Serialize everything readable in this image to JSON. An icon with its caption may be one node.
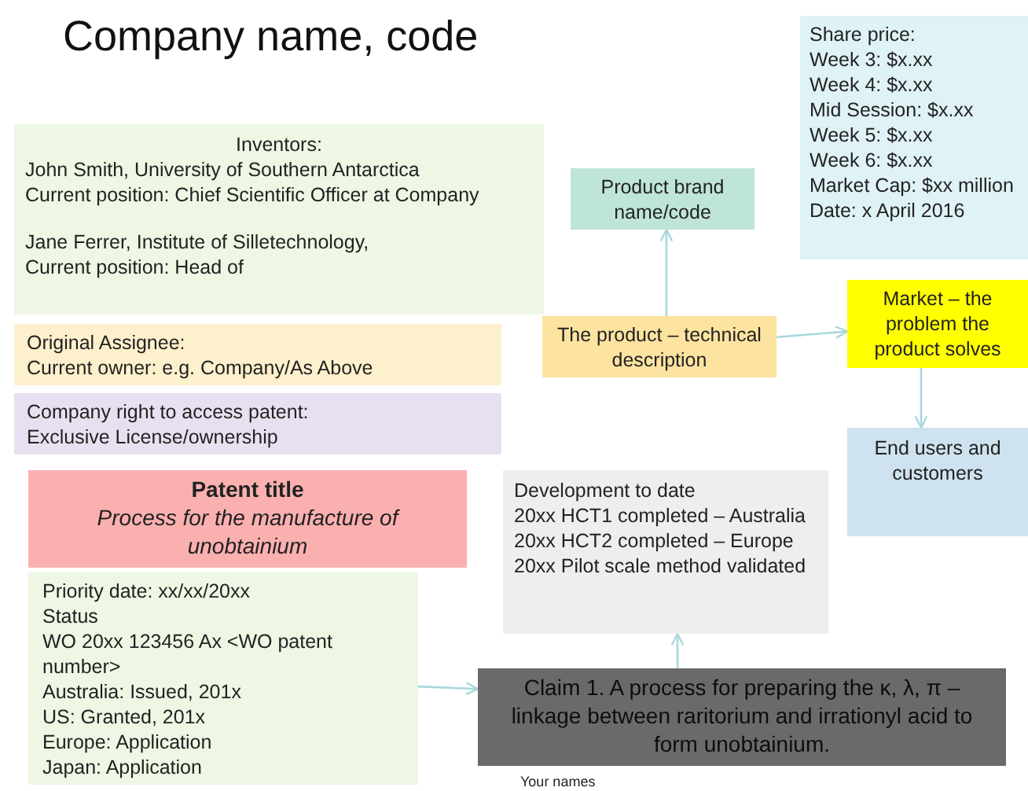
{
  "diagram": {
    "title": "Company name, code",
    "nodes": [
      {
        "text": [
          "Share price:",
          "Week 3: $x.xx",
          "Week 4: $x.xx",
          "Mid Session: $x.xx",
          "Week 5: $x.xx",
          "Week 6: $x.xx",
          "Market Cap: $xx million",
          "Date: x April 2016"
        ]
      },
      {
        "text": [
          "Inventors:",
          "John Smith, University of Southern Antarctica",
          "Current position: Chief Scientific Officer at Company",
          "Jane Ferrer, Institute of Silletechnology,",
          "Current position: Head of"
        ]
      },
      {
        "text": [
          "Product brand name/code"
        ]
      },
      {
        "text": [
          "Original Assignee:",
          "Current owner: e.g. Company/As Above"
        ]
      },
      {
        "text": [
          "The product – technical description"
        ]
      },
      {
        "text": [
          "Market – the problem the product solves"
        ]
      },
      {
        "text": [
          "Company right to access patent:",
          "Exclusive License/ownership"
        ]
      },
      {
        "text": [
          "End users and customers"
        ]
      },
      {
        "text": [
          "Patent title",
          "Process for the manufacture of unobtainium"
        ]
      },
      {
        "text": [
          "Development to date",
          "20xx HCT1 completed – Australia",
          "20xx HCT2 completed – Europe",
          "20xx Pilot scale method validated"
        ]
      },
      {
        "text": [
          "Priority date: xx/xx/20xx",
          "Status",
          "WO 20xx 123456 Ax <WO patent number>",
          "Australia: Issued, 201x",
          "US: Granted, 201x",
          "Europe: Application",
          "Japan: Application"
        ]
      },
      {
        "text": [
          "Claim 1. A process for preparing the κ, λ, π – linkage between raritorium and irrationyl acid to form unobtainium."
        ]
      }
    ],
    "edges": [
      {
        "from": 4,
        "to": 2,
        "arrow": "to"
      },
      {
        "from": 4,
        "to": 5,
        "arrow": "to"
      },
      {
        "from": 5,
        "to": 7,
        "arrow": "to"
      },
      {
        "from": 10,
        "to": 11,
        "arrow": "to"
      },
      {
        "from": 11,
        "to": 9,
        "arrow": "to"
      }
    ],
    "labels": [
      "Your names"
    ]
  }
}
